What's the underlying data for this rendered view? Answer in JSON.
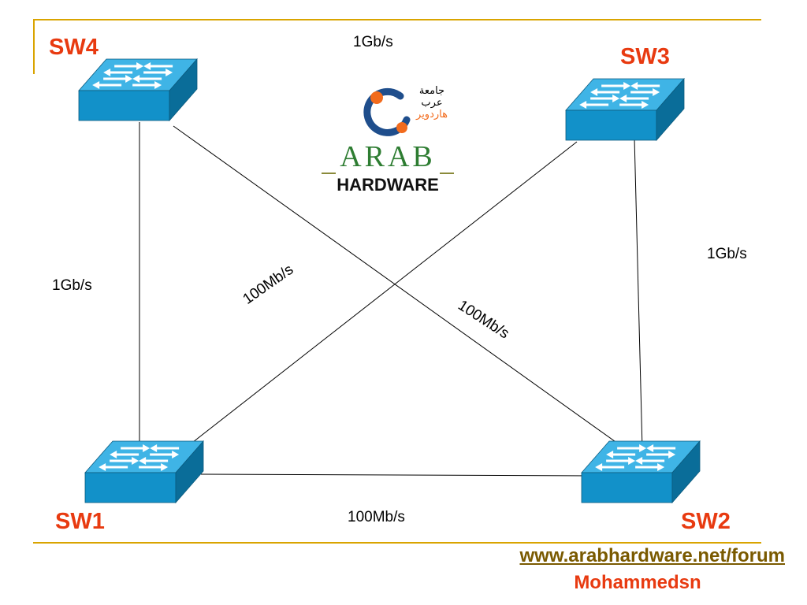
{
  "colors": {
    "frame": "#d9a400",
    "switch_label": "#e83a10",
    "switch_front": "#1291c9",
    "switch_top": "#3fb4e6",
    "switch_side": "#0a6d99",
    "author": "#e83a10"
  },
  "switches": [
    {
      "id": "sw4",
      "label": "SW4",
      "icon": "network-switch-icon"
    },
    {
      "id": "sw3",
      "label": "SW3",
      "icon": "network-switch-icon"
    },
    {
      "id": "sw1",
      "label": "SW1",
      "icon": "network-switch-icon"
    },
    {
      "id": "sw2",
      "label": "SW2",
      "icon": "network-switch-icon"
    }
  ],
  "links": [
    {
      "from": "SW4",
      "to": "SW3",
      "label": "1Gb/s"
    },
    {
      "from": "SW4",
      "to": "SW1",
      "label": "1Gb/s"
    },
    {
      "from": "SW3",
      "to": "SW2",
      "label": "1Gb/s"
    },
    {
      "from": "SW3",
      "to": "SW1",
      "label": "100Mb/s"
    },
    {
      "from": "SW4",
      "to": "SW2",
      "label": "100Mb/s"
    },
    {
      "from": "SW1",
      "to": "SW2",
      "label": "100Mb/s"
    }
  ],
  "logo": {
    "arabic_lines": [
      "جامعة",
      "عرب",
      "هاردوير"
    ],
    "wordmark": "ARAB",
    "subtitle": "HARDWARE"
  },
  "footer": {
    "url": "www.arabhardware.net/forum",
    "author": "Mohammedsn"
  }
}
